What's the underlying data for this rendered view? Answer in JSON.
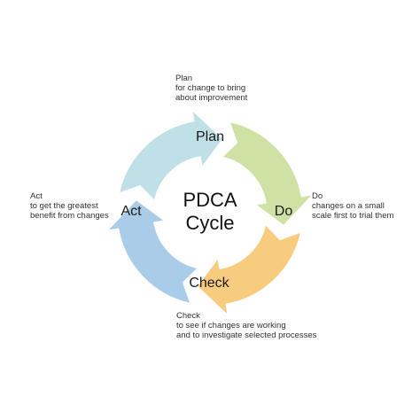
{
  "diagram": {
    "center": {
      "line1": "PDCA",
      "line2": "Cycle"
    },
    "colors": {
      "plan": "#a9cde9",
      "do": "#bfe0e6",
      "check": "#cfe1a4",
      "act": "#f8cc7e",
      "stroke": "#ffffff"
    },
    "stages": [
      {
        "key": "plan",
        "label": "Plan",
        "note_lines": [
          "Plan",
          "for change to bring",
          "about improvement"
        ]
      },
      {
        "key": "do",
        "label": "Do",
        "note_lines": [
          "Do",
          "changes on a small",
          "scale first to trial them"
        ]
      },
      {
        "key": "check",
        "label": "Check",
        "note_lines": [
          "Check",
          "to see if changes are working",
          "and to investigate selected processes"
        ]
      },
      {
        "key": "act",
        "label": "Act",
        "note_lines": [
          "Act",
          "to get the greatest",
          "benefit from changes"
        ]
      }
    ]
  }
}
